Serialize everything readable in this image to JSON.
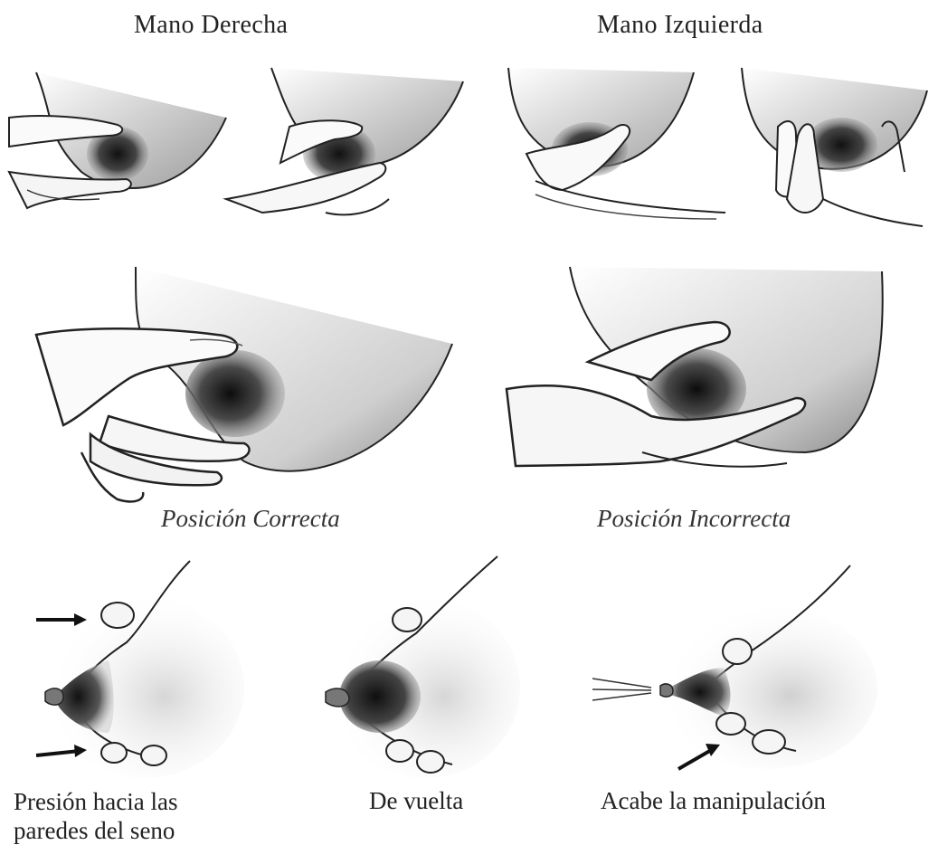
{
  "headings": {
    "right_hand": "Mano Derecha",
    "left_hand": "Mano Izquierda"
  },
  "positions": {
    "correct": "Posición Correcta",
    "incorrect": "Posición Incorrecta"
  },
  "steps": {
    "step1": "Presión hacia las paredes del seno",
    "step2": "De vuelta",
    "step3": "Acabe la manipulación"
  },
  "colors": {
    "ink": "#1d1d1d",
    "shade": "#8a8a8a",
    "areola": "#3a3a3a",
    "skin_light": "#efefef"
  }
}
